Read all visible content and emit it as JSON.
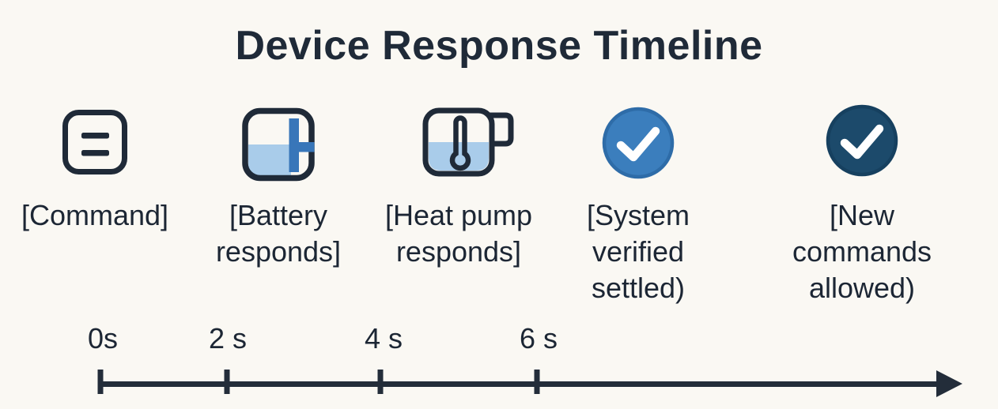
{
  "title": "Device Response Timeline",
  "stages": [
    {
      "icon": "command-icon",
      "label": "[Command]"
    },
    {
      "icon": "battery-icon",
      "label": "[Battery\nresponds]"
    },
    {
      "icon": "heat-pump-icon",
      "label": "[Heat pump\nresponds]"
    },
    {
      "icon": "check-circle-blue-icon",
      "label": "[System\nverified\nsettled)"
    },
    {
      "icon": "check-circle-navy-icon",
      "label": "[New commands\nallowed)"
    }
  ],
  "timeline": {
    "tick_labels": [
      "0s",
      "2 s",
      "4 s",
      "6 s"
    ]
  },
  "colors": {
    "background": "#FAF8F3",
    "ink": "#1F2A38",
    "light_blue": "#A9CCEA",
    "mid_blue": "#3876B9",
    "check_blue": "#3B7EBD",
    "check_blue_rim": "#2E6CA8",
    "check_navy": "#1C4A6B",
    "check_navy_rim": "#16405F",
    "checkmark": "#FFFFFF"
  }
}
